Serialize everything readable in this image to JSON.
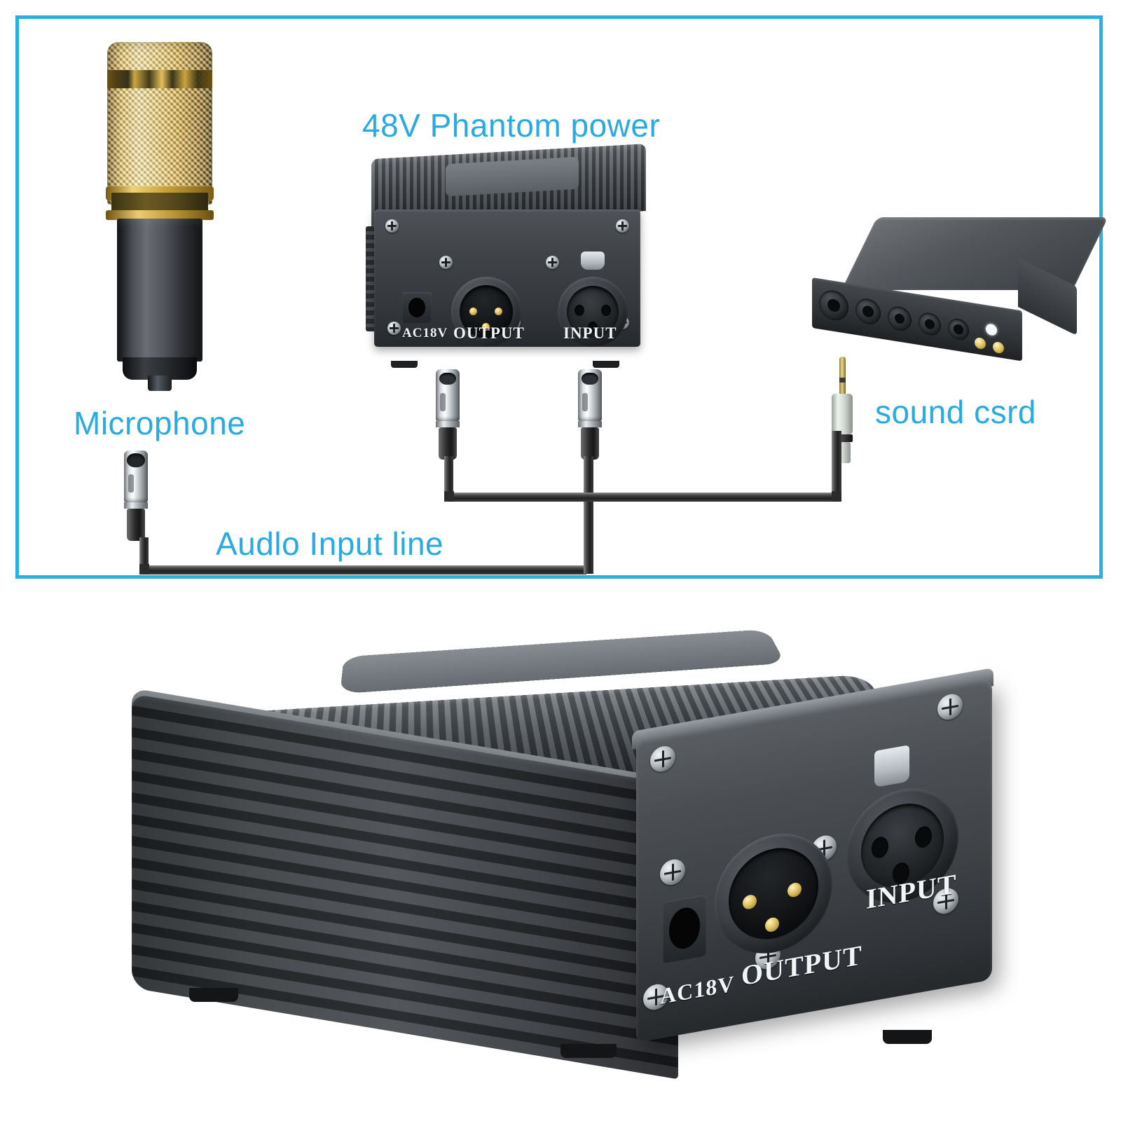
{
  "meta": {
    "scene": "48V phantom power supply product listing image",
    "background_color": "#ffffff",
    "accent_color": "#29ABE2"
  },
  "diagram": {
    "border_color": "#2AAFDE",
    "labels": {
      "title": "48V Phantom power",
      "microphone": "Microphone",
      "soundcard": "sound  csrd",
      "audio_line": "Audlo  Input  line"
    },
    "phantom_unit": {
      "port_power": "AC18V",
      "port_output": "OUTPUT",
      "port_input": "INPUT"
    },
    "components": [
      {
        "name": "condenser-microphone",
        "body_color": "#4a4d52",
        "grille_color": "#e7c055"
      },
      {
        "name": "phantom-power-supply",
        "body_color": "#3f4347"
      },
      {
        "name": "sound-card",
        "body_color": "#45494d"
      },
      {
        "name": "xlr-cable",
        "connector_color": "#dfe3e6",
        "cable_color": "#2b2b2b"
      },
      {
        "name": "aux-cable-3.5mm",
        "connector_color": "#d9e0d9",
        "tip_color": "#e0d084"
      }
    ]
  },
  "product_photo": {
    "device": "48V Phantom Power Supply",
    "port_power": "AC18V",
    "port_output": "OUTPUT",
    "port_input": "INPUT",
    "chassis_color": "#3e4245",
    "screw_color": "#b6bbc0",
    "pin_color": "#d9bc58"
  }
}
